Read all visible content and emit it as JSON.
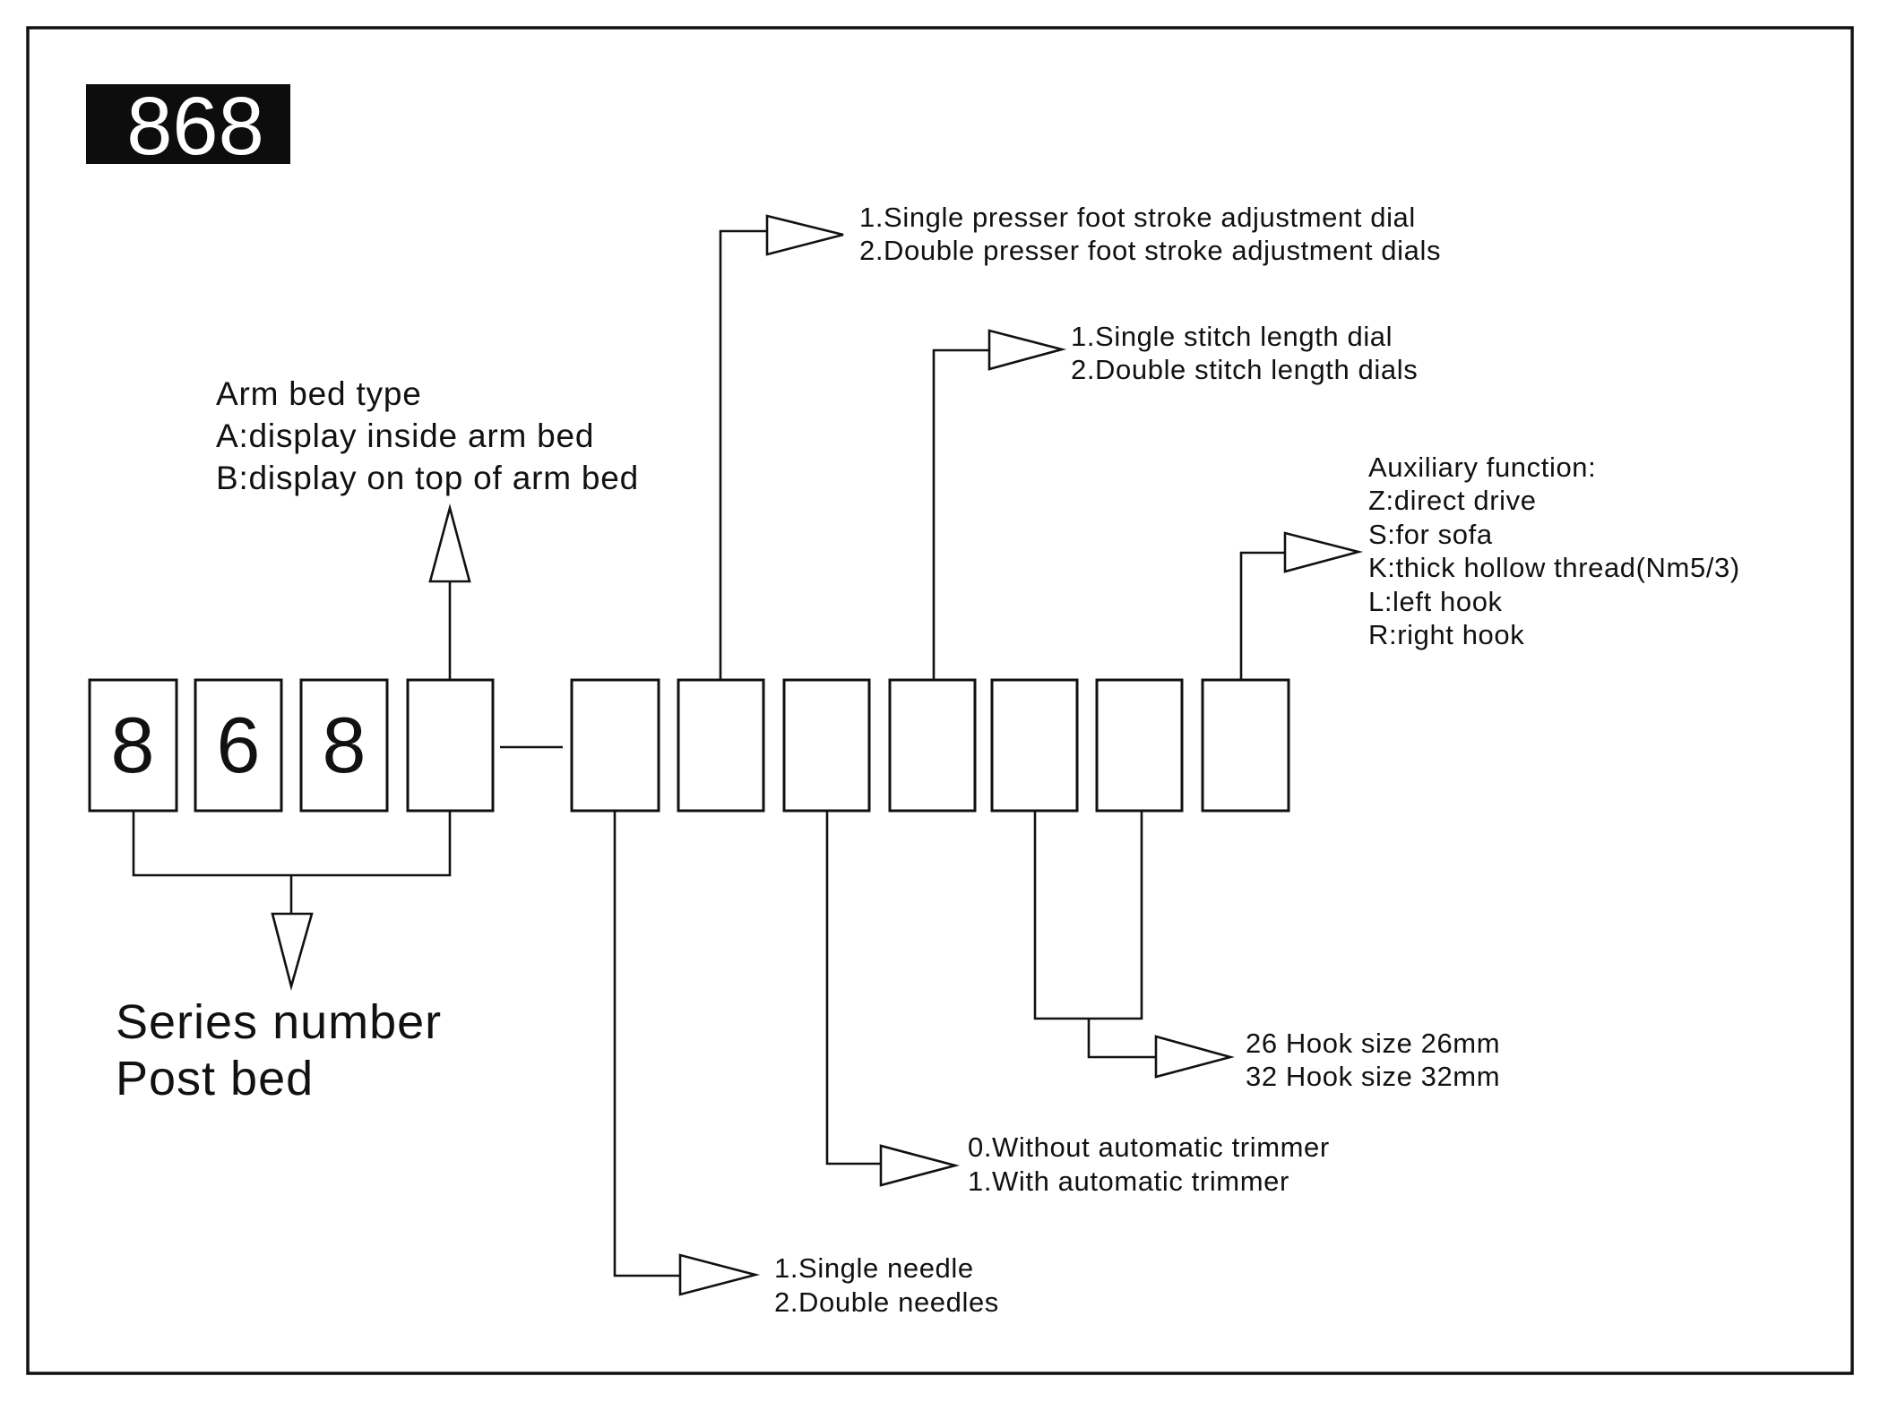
{
  "title_badge": "868",
  "model_code": {
    "digits": [
      "8",
      "6",
      "8",
      ""
    ],
    "separator": "—",
    "option_boxes": [
      "",
      "",
      "",
      "",
      "",
      "",
      ""
    ]
  },
  "series": {
    "lines": [
      "Series number",
      "Post bed"
    ]
  },
  "arm_bed": {
    "lines": [
      "Arm bed type",
      "A:display inside arm bed",
      "B:display on top of arm bed"
    ]
  },
  "needles": {
    "lines": [
      "1.Single needle",
      "2.Double needles"
    ]
  },
  "presser_foot": {
    "lines": [
      "1.Single presser foot stroke adjustment dial",
      "2.Double presser foot stroke adjustment dials"
    ]
  },
  "trimmer": {
    "lines": [
      "0.Without automatic trimmer",
      "1.With automatic trimmer"
    ]
  },
  "stitch_length": {
    "lines": [
      "1.Single stitch length dial",
      "2.Double stitch length dials"
    ]
  },
  "hook_size": {
    "lines": [
      "26 Hook size 26mm",
      "32 Hook size 32mm"
    ]
  },
  "auxiliary": {
    "lines": [
      "Auxiliary function:",
      "Z:direct drive",
      "S:for sofa",
      "K:thick hollow thread(Nm5/3)",
      "L:left hook",
      "R:right hook"
    ]
  },
  "colors": {
    "ink": "#111111",
    "badge_bg": "#0d0d0d",
    "background": "#ffffff"
  }
}
